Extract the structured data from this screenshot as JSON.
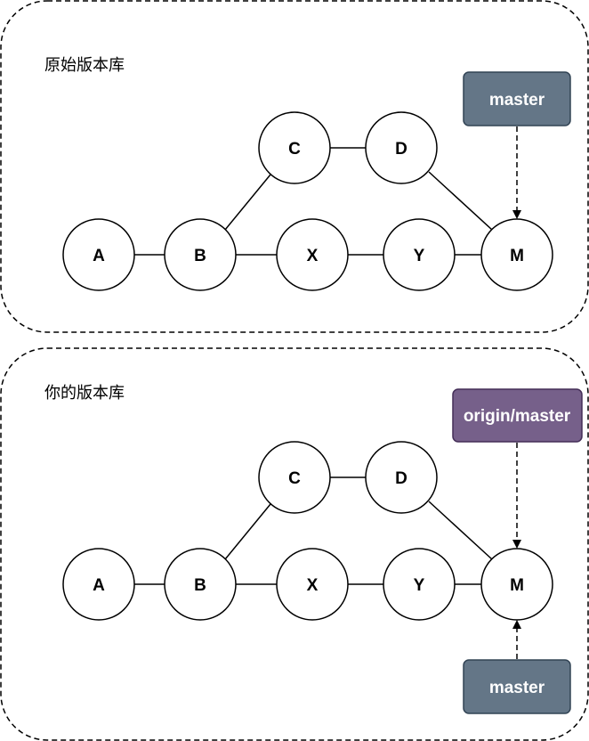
{
  "panels": [
    {
      "title": "原始版本库",
      "nodes": [
        "A",
        "B",
        "X",
        "Y",
        "M",
        "C",
        "D"
      ],
      "refs": [
        {
          "label": "master",
          "color": "#647687"
        }
      ]
    },
    {
      "title": "你的版本库",
      "nodes": [
        "A",
        "B",
        "X",
        "Y",
        "M",
        "C",
        "D"
      ],
      "refs": [
        {
          "label": "origin/master",
          "color": "#76608a"
        },
        {
          "label": "master",
          "color": "#647687"
        }
      ]
    }
  ]
}
